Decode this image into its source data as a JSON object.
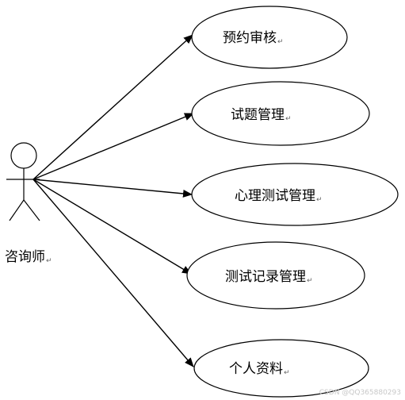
{
  "actor": {
    "label": "咨询师"
  },
  "use_cases": [
    {
      "label": "预约审核"
    },
    {
      "label": "试题管理"
    },
    {
      "label": "心理测试管理"
    },
    {
      "label": "测试记录管理"
    },
    {
      "label": "个人资料"
    }
  ],
  "paragraph_mark": "↵",
  "watermark": "CSDN @QQ365880293",
  "colors": {
    "line": "#000000",
    "background": "#ffffff"
  }
}
